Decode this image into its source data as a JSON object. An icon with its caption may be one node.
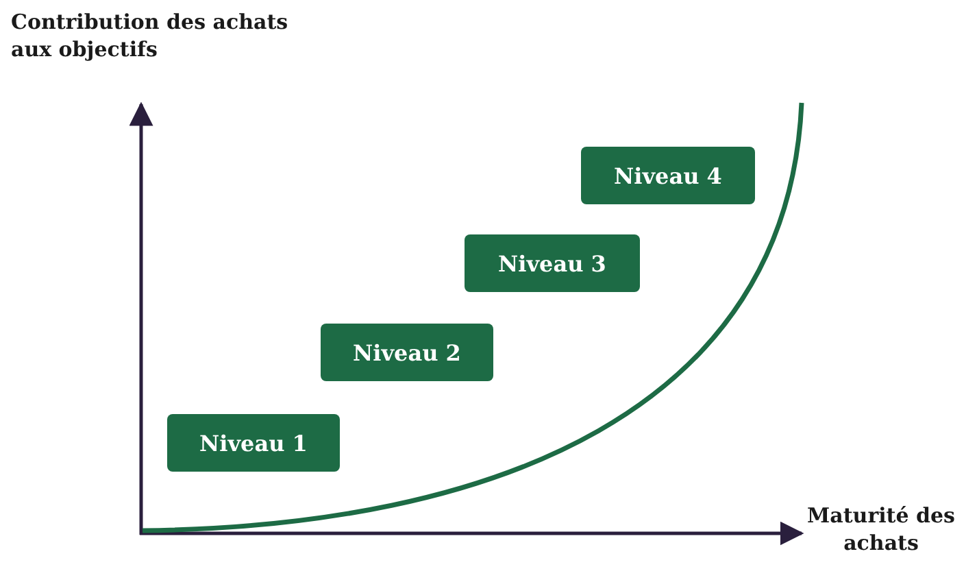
{
  "diagram": {
    "nodes": [
      {
        "text": [
          "Niveau 1"
        ]
      },
      {
        "text": [
          "Niveau 2"
        ]
      },
      {
        "text": [
          "Niveau 3"
        ]
      },
      {
        "text": [
          "Niveau 4"
        ]
      }
    ],
    "labels": [
      "Contribution des achats aux objectifs",
      "Maturité des achats"
    ]
  }
}
